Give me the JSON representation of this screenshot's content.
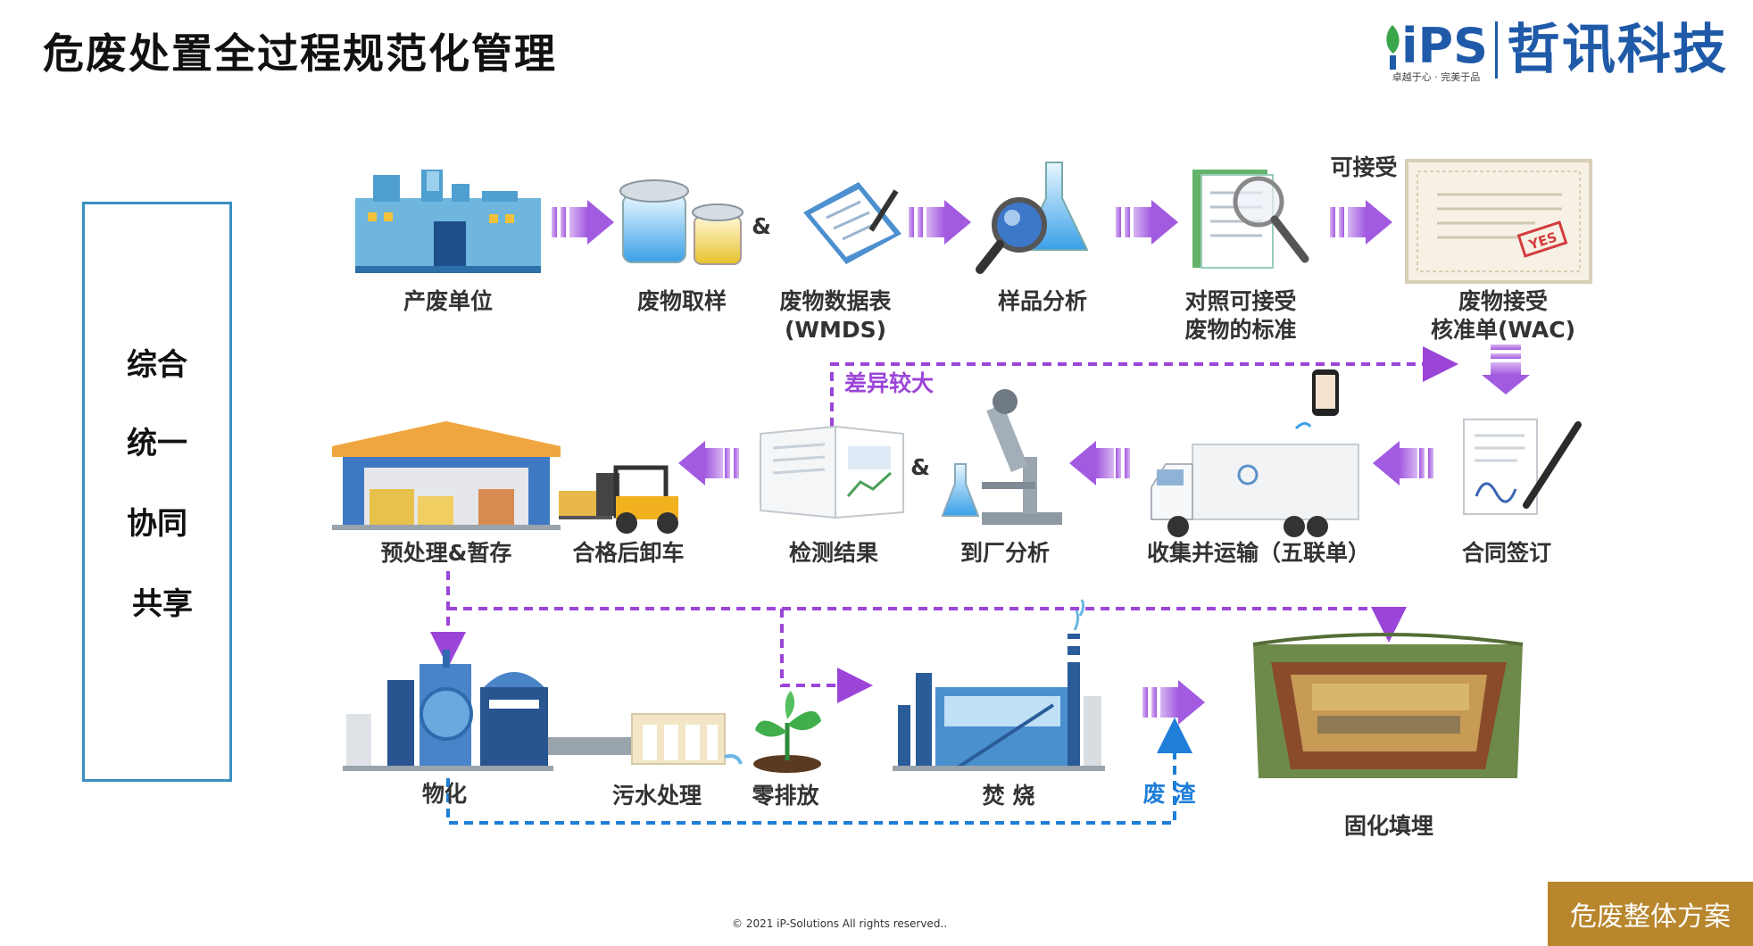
{
  "title": "危废处置全过程规范化管理",
  "logo": {
    "mark": "iPS",
    "slogan": "卓越于心 · 完美于品",
    "name": "哲讯科技"
  },
  "side": [
    "综合",
    "统一",
    "协同",
    "共享"
  ],
  "flow": {
    "row1": {
      "producer": "产废单位",
      "sampling": "废物取样",
      "amp1": "&",
      "wmds_1": "废物数据表",
      "wmds_2": "(WMDS)",
      "analysis": "样品分析",
      "standard_1": "对照可接受",
      "standard_2": "废物的标准",
      "acceptable": "可接受",
      "wac_1": "废物接受",
      "wac_2": "核准单(WAC)",
      "stamp": "YES"
    },
    "row2": {
      "big_diff": "差异较大",
      "contract": "合同签订",
      "transport": "收集并运输（五联单）",
      "factory": "到厂分析",
      "amp2": "&",
      "results": "检测结果",
      "unload": "合格后卸车",
      "pretreat": "预处理&暂存"
    },
    "row3": {
      "physchem": "物化",
      "sewage": "污水处理",
      "zero": "零排放",
      "incinerate": "焚 烧",
      "residue": "废 渣",
      "landfill": "固化填埋"
    }
  },
  "colors": {
    "purple": "#9b45d8",
    "blue": "#1e7ed8",
    "accent": "#3a8fc0",
    "badge": "#b8862d"
  },
  "footer": "© 2021  iP-Solutions All rights reserved..",
  "badge": "危废整体方案"
}
